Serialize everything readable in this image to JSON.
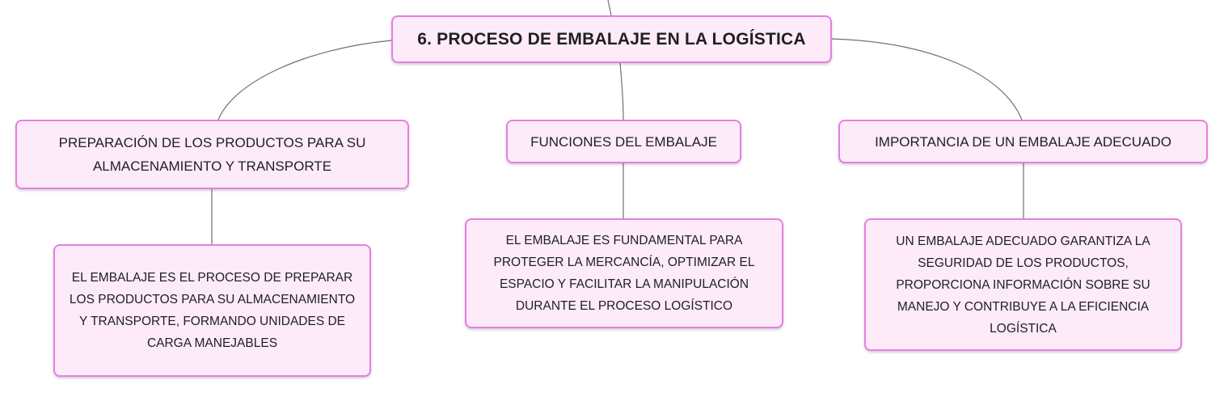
{
  "root": {
    "title": "6. PROCESO DE EMBALAJE EN LA LOGÍSTICA"
  },
  "branches": [
    {
      "label": "PREPARACIÓN DE LOS PRODUCTOS PARA SU ALMACENAMIENTO Y TRANSPORTE",
      "detail": "EL EMBALAJE ES EL PROCESO DE PREPARAR LOS PRODUCTOS PARA SU ALMACENAMIENTO Y TRANSPORTE, FORMANDO UNIDADES DE CARGA MANEJABLES"
    },
    {
      "label": "FUNCIONES DEL EMBALAJE",
      "detail": "EL EMBALAJE ES FUNDAMENTAL PARA PROTEGER LA MERCANCÍA, OPTIMIZAR EL ESPACIO Y FACILITAR LA MANIPULACIÓN DURANTE EL PROCESO LOGÍSTICO"
    },
    {
      "label": "IMPORTANCIA DE UN EMBALAJE ADECUADO",
      "detail": "UN EMBALAJE ADECUADO GARANTIZA LA SEGURIDAD DE LOS PRODUCTOS, PROPORCIONA INFORMACIÓN SOBRE SU MANEJO Y CONTRIBUYE A LA EFICIENCIA LOGÍSTICA"
    }
  ],
  "colors": {
    "node_fill": "#fdebfa",
    "node_border": "#e67ee0",
    "connector": "#6f6f6f"
  }
}
